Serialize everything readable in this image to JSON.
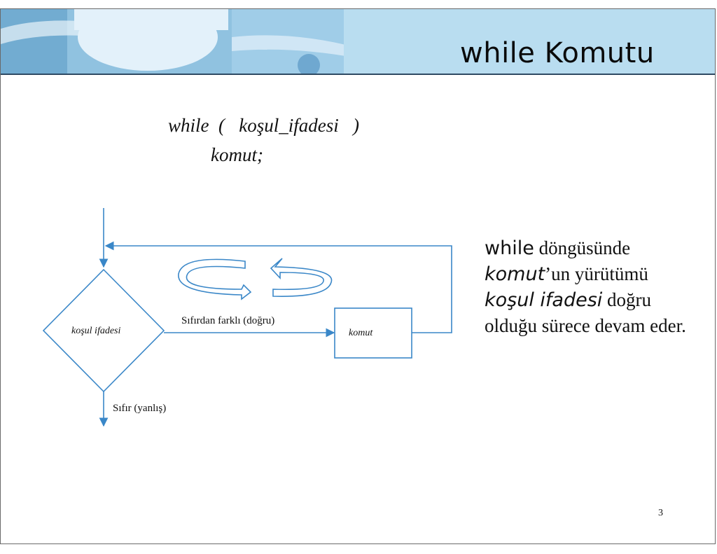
{
  "slide": {
    "title": "while Komutu",
    "page_number": "3"
  },
  "code": {
    "line1": "while  (   koşul_ifadesi   )",
    "line2": "komut;"
  },
  "flowchart": {
    "decision_label": "koşul  ifadesi",
    "true_label": "Sıfırdan farklı (doğru)",
    "process_label": "komut",
    "false_label": "Sıfır (yanlış)"
  },
  "description": {
    "keyword": "while",
    "text1": " döngüsünde",
    "italic1": "komut",
    "text2": "’un yürütümü",
    "italic2": "koşul ifadesi",
    "text3": " doğru olduğu sürece devam eder."
  },
  "colors": {
    "header_bg": "#b9ddf0",
    "header_line": "#2e4a63",
    "diagram_blue": "#3a87c8"
  }
}
